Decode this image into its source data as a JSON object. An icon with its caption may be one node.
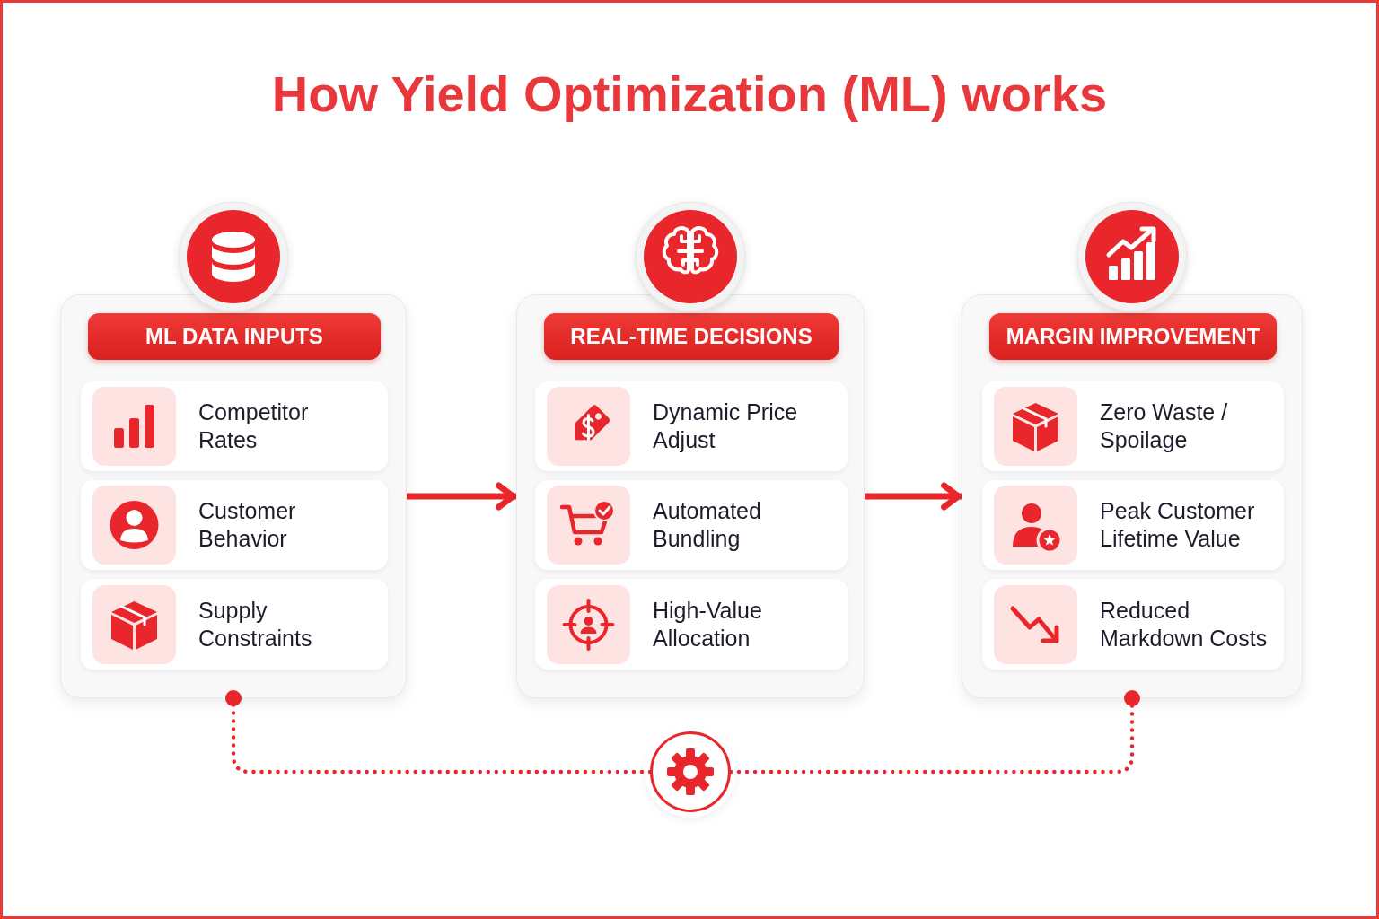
{
  "diagram": {
    "title": "How Yield Optimization (ML) works",
    "nodes": [
      {
        "text": [
          "ML DATA INPUTS"
        ]
      },
      {
        "text": [
          "Competitor Rates"
        ],
        "in": 0
      },
      {
        "text": [
          "Customer Behavior"
        ],
        "in": 0
      },
      {
        "text": [
          "Supply Constraints"
        ],
        "in": 0
      },
      {
        "text": [
          "REAL-TIME DECISIONS"
        ]
      },
      {
        "text": [
          "Dynamic Price Adjust"
        ],
        "in": 4
      },
      {
        "text": [
          "Automated Bundling"
        ],
        "in": 4
      },
      {
        "text": [
          "High-Value Allocation"
        ],
        "in": 4
      },
      {
        "text": [
          "MARGIN IMPROVEMENT"
        ]
      },
      {
        "text": [
          "Zero Waste / Spoilage"
        ],
        "in": 8
      },
      {
        "text": [
          "Peak Customer Lifetime Value"
        ],
        "in": 8
      },
      {
        "text": [
          "Reduced Markdown Costs"
        ],
        "in": 8
      },
      {
        "text": [],
        "shape": "circle"
      }
    ],
    "edges": [
      {
        "from": 0,
        "to": 4,
        "arrow": "to"
      },
      {
        "from": 4,
        "to": 8,
        "arrow": "to"
      },
      {
        "from": 12,
        "to": 0,
        "arrow": "other",
        "style": "dashed"
      },
      {
        "from": 12,
        "to": 8,
        "arrow": "other",
        "style": "dashed"
      }
    ]
  }
}
